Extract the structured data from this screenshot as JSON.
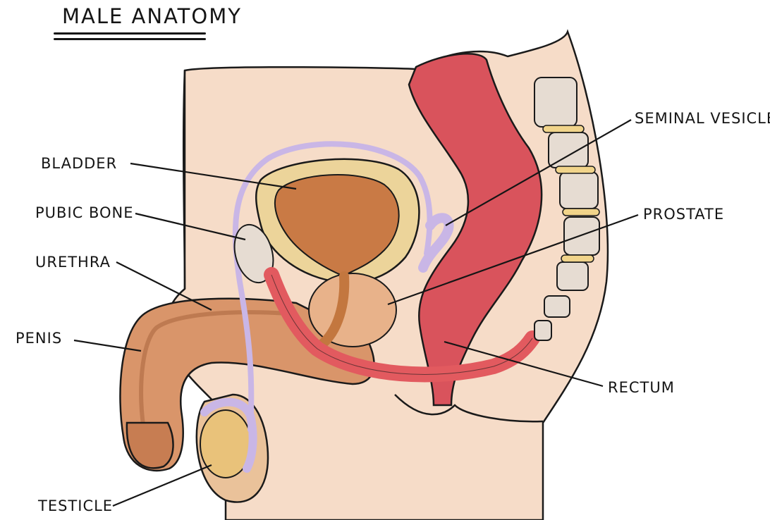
{
  "title": "MALE ANATOMY",
  "labels": {
    "bladder": "BLADDER",
    "pubic_bone": "PUBIC BONE",
    "urethra": "URETHRA",
    "penis": "PENIS",
    "testicle": "TESTICLE",
    "seminal_vesicle": "SEMINAL VESICLE",
    "prostate": "PROSTATE",
    "rectum": "RECTUM"
  },
  "colors": {
    "skin": "#f6dcc8",
    "outline": "#1a1a1a",
    "bladder": "#c97a45",
    "bladder_ring": "#ecd49a",
    "prostate": "#e8b28a",
    "rectum": "#d9535c",
    "urethra": "#e25a5f",
    "vas_deferens": "#c9b6e6",
    "penis": "#d9956a",
    "testicle": "#e9c27a",
    "bone": "#e6dcd2",
    "disc": "#f1d48a"
  }
}
